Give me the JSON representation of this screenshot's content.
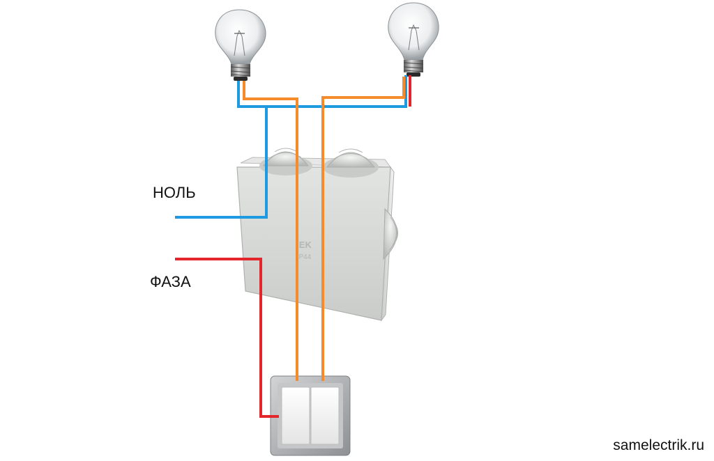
{
  "labels": {
    "neutral": "НОЛЬ",
    "phase": "ФАЗА"
  },
  "junction_box": {
    "brand_text": "IEK",
    "rating_text": "IP44"
  },
  "watermark": "samelectrik.ru",
  "colors": {
    "neutral_wire": "#1e9be0",
    "phase_wire": "#e3262b",
    "switched_wire": "#f68b2c",
    "box_body": "#d9dcd9",
    "switch_frame": "#a9abae",
    "switch_key": "#f1f1f1"
  },
  "icons": {
    "lamps": "incandescent-bulb-icon",
    "junction_box": "junction-box",
    "switch": "two-gang-switch"
  }
}
